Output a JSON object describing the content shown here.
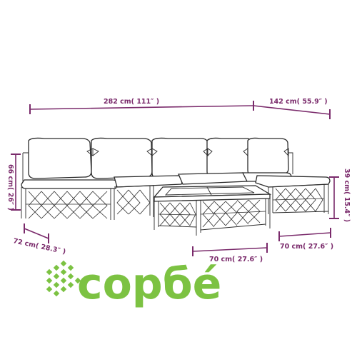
{
  "colors": {
    "dimension": "#7a2a6b",
    "furniture_stroke": "#2b2b2b",
    "logo_green": "#7cc242",
    "background": "#ffffff"
  },
  "dimensions": {
    "total_width": "282 cm( 111″ )",
    "ottoman_depth": "142 cm( 55.9″ )",
    "back_height": "66 cm( 26″ )",
    "seat_depth": "72 cm( 28.3″ )",
    "seat_height": "39 cm( 15.4″ )",
    "table_width": "70 cm( 27.6″ )",
    "table_depth": "70 cm( 27.6″ )"
  },
  "logo": {
    "text": "сорбé",
    "icon": "cross-weave-icon"
  }
}
